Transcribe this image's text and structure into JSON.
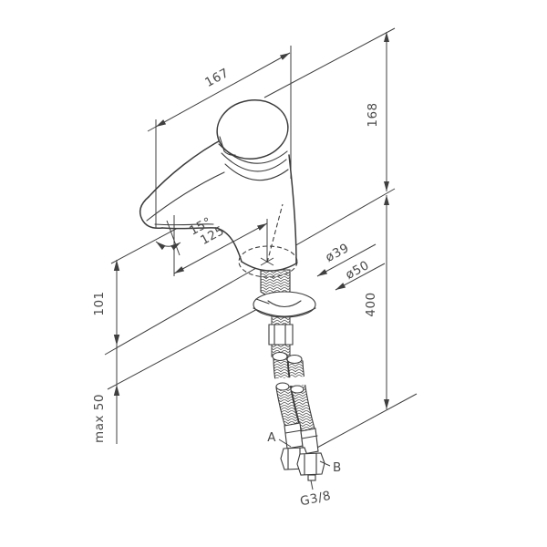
{
  "drawing": {
    "subject": "basin-mixer-faucet-dimension-drawing",
    "line_color": "#3b3b3b",
    "text_color": "#4a4a4a",
    "background_color": "#ffffff"
  },
  "dimensions": {
    "spout_reach": "167",
    "overall_height": "168",
    "hose_length": "400",
    "outlet_height": "101",
    "max_deck_thickness": "max 50",
    "spout_projection": "125",
    "outlet_angle": "15°",
    "body_diameter": "ø39",
    "base_diameter": "ø50"
  },
  "labels": {
    "hose_a": "A",
    "hose_b": "B",
    "connection_thread": "G3/8"
  }
}
